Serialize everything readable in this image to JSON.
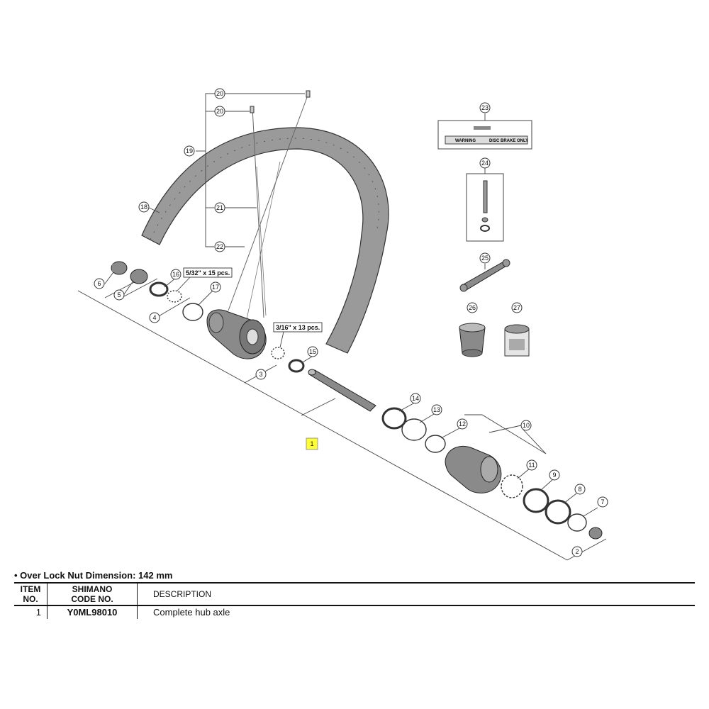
{
  "callouts": [
    {
      "id": "c1",
      "label": "1",
      "highlight": true
    },
    {
      "id": "c2",
      "label": "2"
    },
    {
      "id": "c3",
      "label": "3"
    },
    {
      "id": "c4",
      "label": "4"
    },
    {
      "id": "c5",
      "label": "5"
    },
    {
      "id": "c6",
      "label": "6"
    },
    {
      "id": "c7",
      "label": "7"
    },
    {
      "id": "c8",
      "label": "8"
    },
    {
      "id": "c9",
      "label": "9"
    },
    {
      "id": "c10",
      "label": "10"
    },
    {
      "id": "c11",
      "label": "11"
    },
    {
      "id": "c12",
      "label": "12"
    },
    {
      "id": "c13",
      "label": "13"
    },
    {
      "id": "c14",
      "label": "14"
    },
    {
      "id": "c15",
      "label": "15"
    },
    {
      "id": "c16",
      "label": "16"
    },
    {
      "id": "c17",
      "label": "17"
    },
    {
      "id": "c18",
      "label": "18"
    },
    {
      "id": "c19",
      "label": "19"
    },
    {
      "id": "c20a",
      "label": "20"
    },
    {
      "id": "c20b",
      "label": "20"
    },
    {
      "id": "c21",
      "label": "21"
    },
    {
      "id": "c22",
      "label": "22"
    },
    {
      "id": "c23",
      "label": "23"
    },
    {
      "id": "c24",
      "label": "24"
    },
    {
      "id": "c25",
      "label": "25"
    },
    {
      "id": "c26",
      "label": "26"
    },
    {
      "id": "c27",
      "label": "27"
    }
  ],
  "quantity_labels": {
    "ball_large": "5/32\" x 15 pcs.",
    "ball_small": "3/16\" x 13 pcs."
  },
  "sticker": {
    "warning": "WARNING",
    "disc_only": "DISC BRAKE ONLY"
  },
  "colors": {
    "highlight": "#ffff33",
    "part_dark": "#8a8a8a"
  },
  "footer": {
    "note": "• Over Lock Nut Dimension: 142 mm",
    "headers": {
      "item_line1": "ITEM",
      "item_line2": "NO.",
      "code_line1": "SHIMANO",
      "code_line2": "CODE NO.",
      "description": "DESCRIPTION"
    },
    "rows": [
      {
        "item": "1",
        "code": "Y0ML98010",
        "description": "Complete hub axle"
      }
    ]
  }
}
